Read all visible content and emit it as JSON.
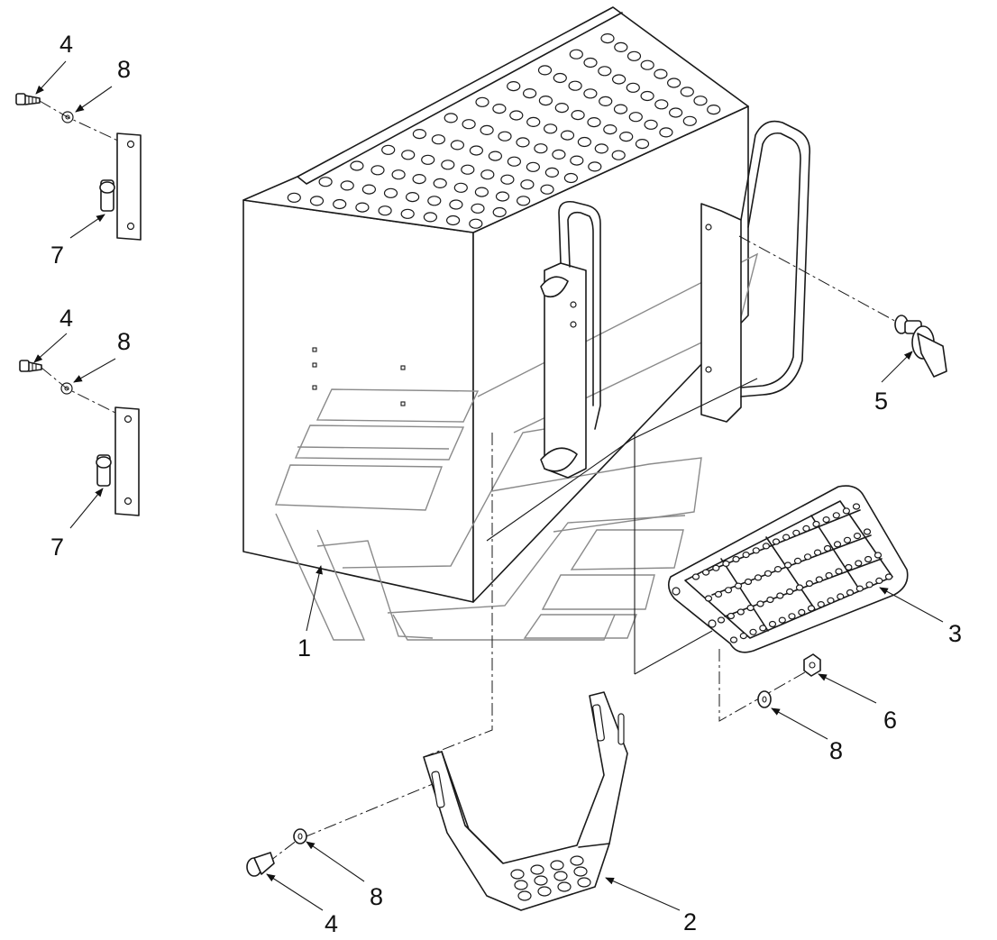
{
  "callouts": [
    {
      "id": "c1",
      "label": "1",
      "part": "storage-box"
    },
    {
      "id": "c2",
      "label": "2",
      "part": "lower-step-bracket"
    },
    {
      "id": "c3",
      "label": "3",
      "part": "step-tread"
    },
    {
      "id": "c4a",
      "label": "4",
      "part": "bolt"
    },
    {
      "id": "c4b",
      "label": "4",
      "part": "bolt"
    },
    {
      "id": "c4c",
      "label": "4",
      "part": "bolt"
    },
    {
      "id": "c5",
      "label": "5",
      "part": "latch"
    },
    {
      "id": "c6",
      "label": "6",
      "part": "nut"
    },
    {
      "id": "c7a",
      "label": "7",
      "part": "hinge"
    },
    {
      "id": "c7b",
      "label": "7",
      "part": "hinge"
    },
    {
      "id": "c8a",
      "label": "8",
      "part": "washer"
    },
    {
      "id": "c8b",
      "label": "8",
      "part": "washer"
    },
    {
      "id": "c8c",
      "label": "8",
      "part": "washer"
    },
    {
      "id": "c8d",
      "label": "8",
      "part": "washer"
    }
  ],
  "colors": {
    "line": "#1a1a1a",
    "ghost": "#8a8a8a",
    "background": "#ffffff"
  }
}
